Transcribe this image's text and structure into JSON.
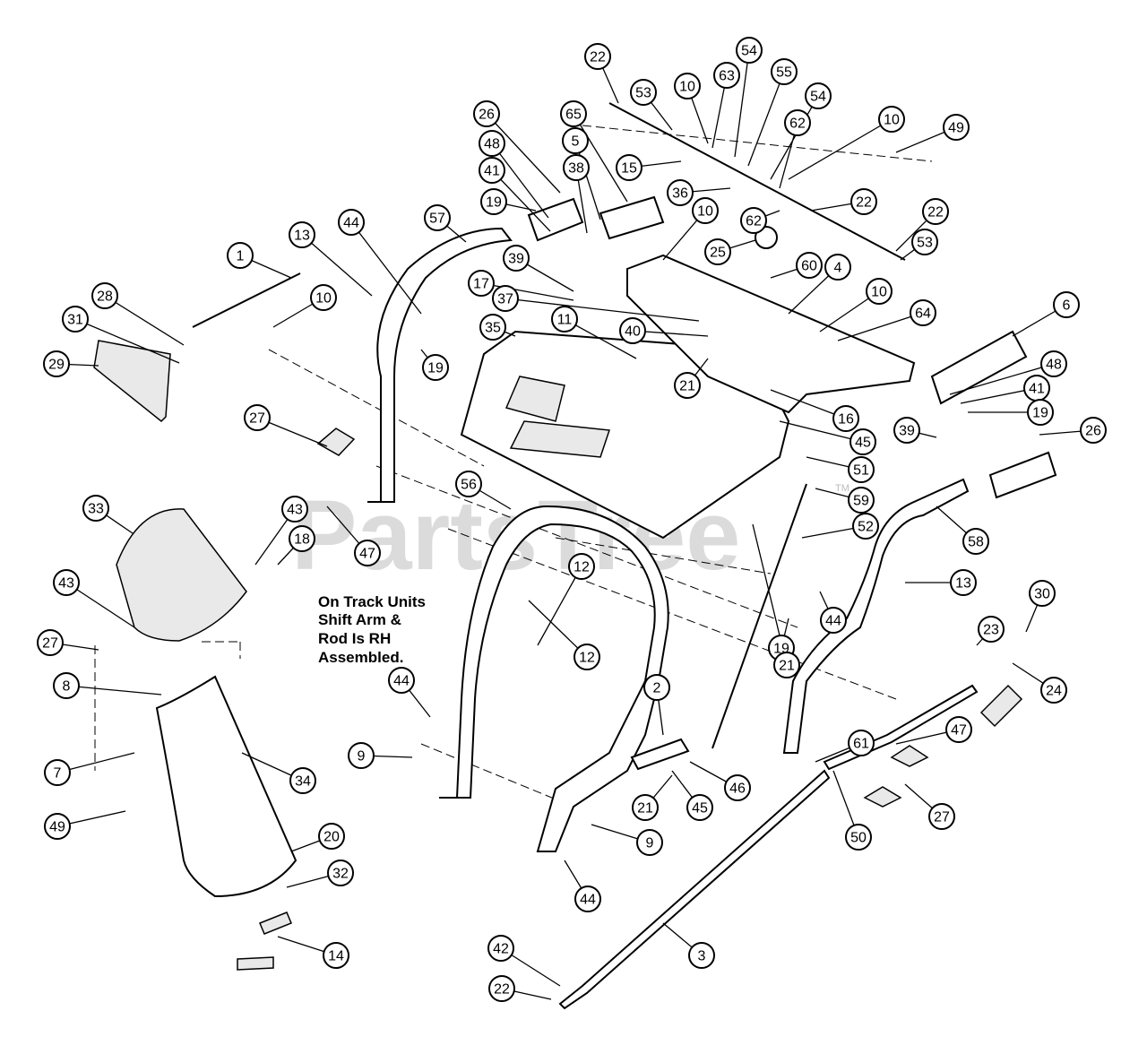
{
  "watermark": "PartsTree",
  "watermark_tm": "TM",
  "note_lines": [
    "On Track Units",
    "Shift Arm &",
    "Rod Is RH",
    "Assembled."
  ],
  "callouts": [
    {
      "label": "22"
    },
    {
      "label": "53"
    },
    {
      "label": "10"
    },
    {
      "label": "63"
    },
    {
      "label": "54"
    },
    {
      "label": "55"
    },
    {
      "label": "54"
    },
    {
      "label": "62"
    },
    {
      "label": "10"
    },
    {
      "label": "49"
    },
    {
      "label": "26"
    },
    {
      "label": "65"
    },
    {
      "label": "5"
    },
    {
      "label": "48"
    },
    {
      "label": "41"
    },
    {
      "label": "38"
    },
    {
      "label": "19"
    },
    {
      "label": "15"
    },
    {
      "label": "36"
    },
    {
      "label": "10"
    },
    {
      "label": "62"
    },
    {
      "label": "22"
    },
    {
      "label": "22"
    },
    {
      "label": "53"
    },
    {
      "label": "25"
    },
    {
      "label": "57"
    },
    {
      "label": "44"
    },
    {
      "label": "13"
    },
    {
      "label": "1"
    },
    {
      "label": "39"
    },
    {
      "label": "60"
    },
    {
      "label": "4"
    },
    {
      "label": "17"
    },
    {
      "label": "10"
    },
    {
      "label": "28"
    },
    {
      "label": "10"
    },
    {
      "label": "37"
    },
    {
      "label": "64"
    },
    {
      "label": "6"
    },
    {
      "label": "31"
    },
    {
      "label": "35"
    },
    {
      "label": "11"
    },
    {
      "label": "40"
    },
    {
      "label": "29"
    },
    {
      "label": "19"
    },
    {
      "label": "21"
    },
    {
      "label": "48"
    },
    {
      "label": "41"
    },
    {
      "label": "16"
    },
    {
      "label": "19"
    },
    {
      "label": "39"
    },
    {
      "label": "27"
    },
    {
      "label": "45"
    },
    {
      "label": "26"
    },
    {
      "label": "51"
    },
    {
      "label": "56"
    },
    {
      "label": "59"
    },
    {
      "label": "33"
    },
    {
      "label": "43"
    },
    {
      "label": "52"
    },
    {
      "label": "18"
    },
    {
      "label": "47"
    },
    {
      "label": "58"
    },
    {
      "label": "12"
    },
    {
      "label": "13"
    },
    {
      "label": "43"
    },
    {
      "label": "30"
    },
    {
      "label": "44"
    },
    {
      "label": "23"
    },
    {
      "label": "27"
    },
    {
      "label": "12"
    },
    {
      "label": "19"
    },
    {
      "label": "24"
    },
    {
      "label": "21"
    },
    {
      "label": "8"
    },
    {
      "label": "9"
    },
    {
      "label": "44"
    },
    {
      "label": "2"
    },
    {
      "label": "61"
    },
    {
      "label": "47"
    },
    {
      "label": "7"
    },
    {
      "label": "34"
    },
    {
      "label": "46"
    },
    {
      "label": "21"
    },
    {
      "label": "45"
    },
    {
      "label": "27"
    },
    {
      "label": "49"
    },
    {
      "label": "9"
    },
    {
      "label": "20"
    },
    {
      "label": "50"
    },
    {
      "label": "32"
    },
    {
      "label": "44"
    },
    {
      "label": "14"
    },
    {
      "label": "3"
    },
    {
      "label": "42"
    },
    {
      "label": "22"
    }
  ]
}
